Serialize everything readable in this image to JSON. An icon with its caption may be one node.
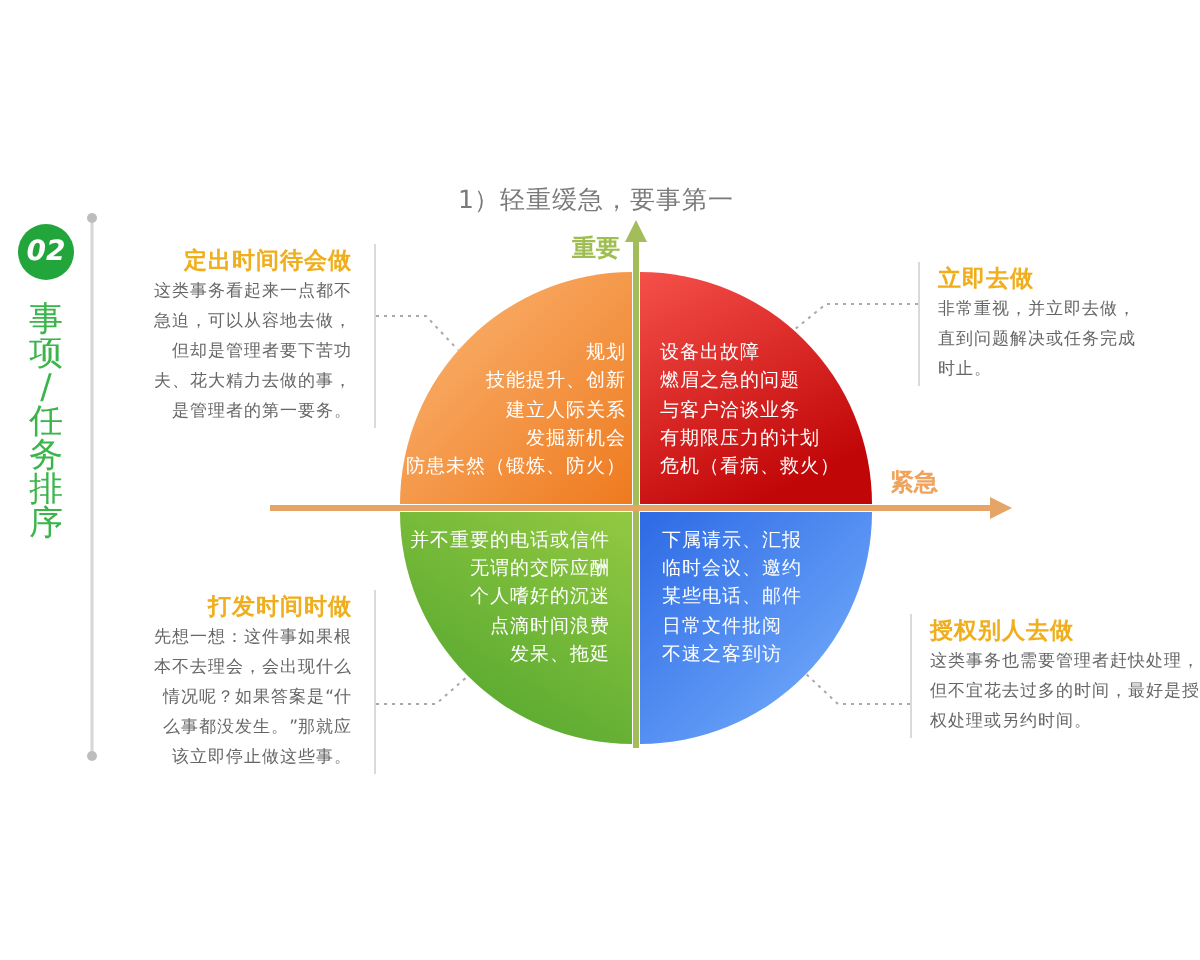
{
  "diagram": {
    "title": "1）轻重缓急，要事第一",
    "nodes": [
      {
        "text": [
          "02"
        ]
      },
      {
        "text": [
          "定出时间待会做",
          "这类事务看起来一点都不急迫，可以从容地去做，但却是管理者要下苦功夫、花大精力去做的事，是管理者的第一要务。"
        ]
      },
      {
        "text": [
          "规划",
          "技能提升、创新",
          "建立人际关系",
          "发掘新机会",
          "防患未然（锻炼、防火）"
        ]
      },
      {
        "text": [
          "设备出故障",
          "燃眉之急的问题",
          "与客户洽谈业务",
          "有期限压力的计划",
          "危机（看病、救火）"
        ]
      },
      {
        "text": [
          "立即去做",
          "非常重视，并立即去做，直到问题解决或任务完成时止。"
        ]
      },
      {
        "text": [
          "并不重要的电话或信件",
          "无谓的交际应酬",
          "个人嗜好的沉迷",
          "点滴时间浪费",
          "发呆、拖延"
        ]
      },
      {
        "text": [
          "下属请示、汇报",
          "临时会议、邀约",
          "某些电话、邮件",
          "日常文件批阅",
          "不速之客到访"
        ]
      },
      {
        "text": [
          "打发时间时做",
          "先想一想：这件事如果根本不去理会，会出现什么情况呢？如果答案是“什么事都没发生。”那就应该立即停止做这些事。"
        ]
      },
      {
        "text": [
          "授权别人去做",
          "这类事务也需要管理者赶快处理，但不宜花去过多的时间，最好是授权处理或另约时间。"
        ]
      }
    ],
    "edges": [
      {
        "from": 1,
        "to": 2,
        "arrow": "none",
        "style": "dashed"
      },
      {
        "from": 4,
        "to": 3,
        "arrow": "none",
        "style": "dashed"
      },
      {
        "from": 7,
        "to": 5,
        "arrow": "none",
        "style": "dashed"
      },
      {
        "from": 8,
        "to": 6,
        "arrow": "none",
        "style": "dashed"
      }
    ],
    "labels": [
      "事项/任务排序",
      "重要",
      "紧急"
    ]
  }
}
